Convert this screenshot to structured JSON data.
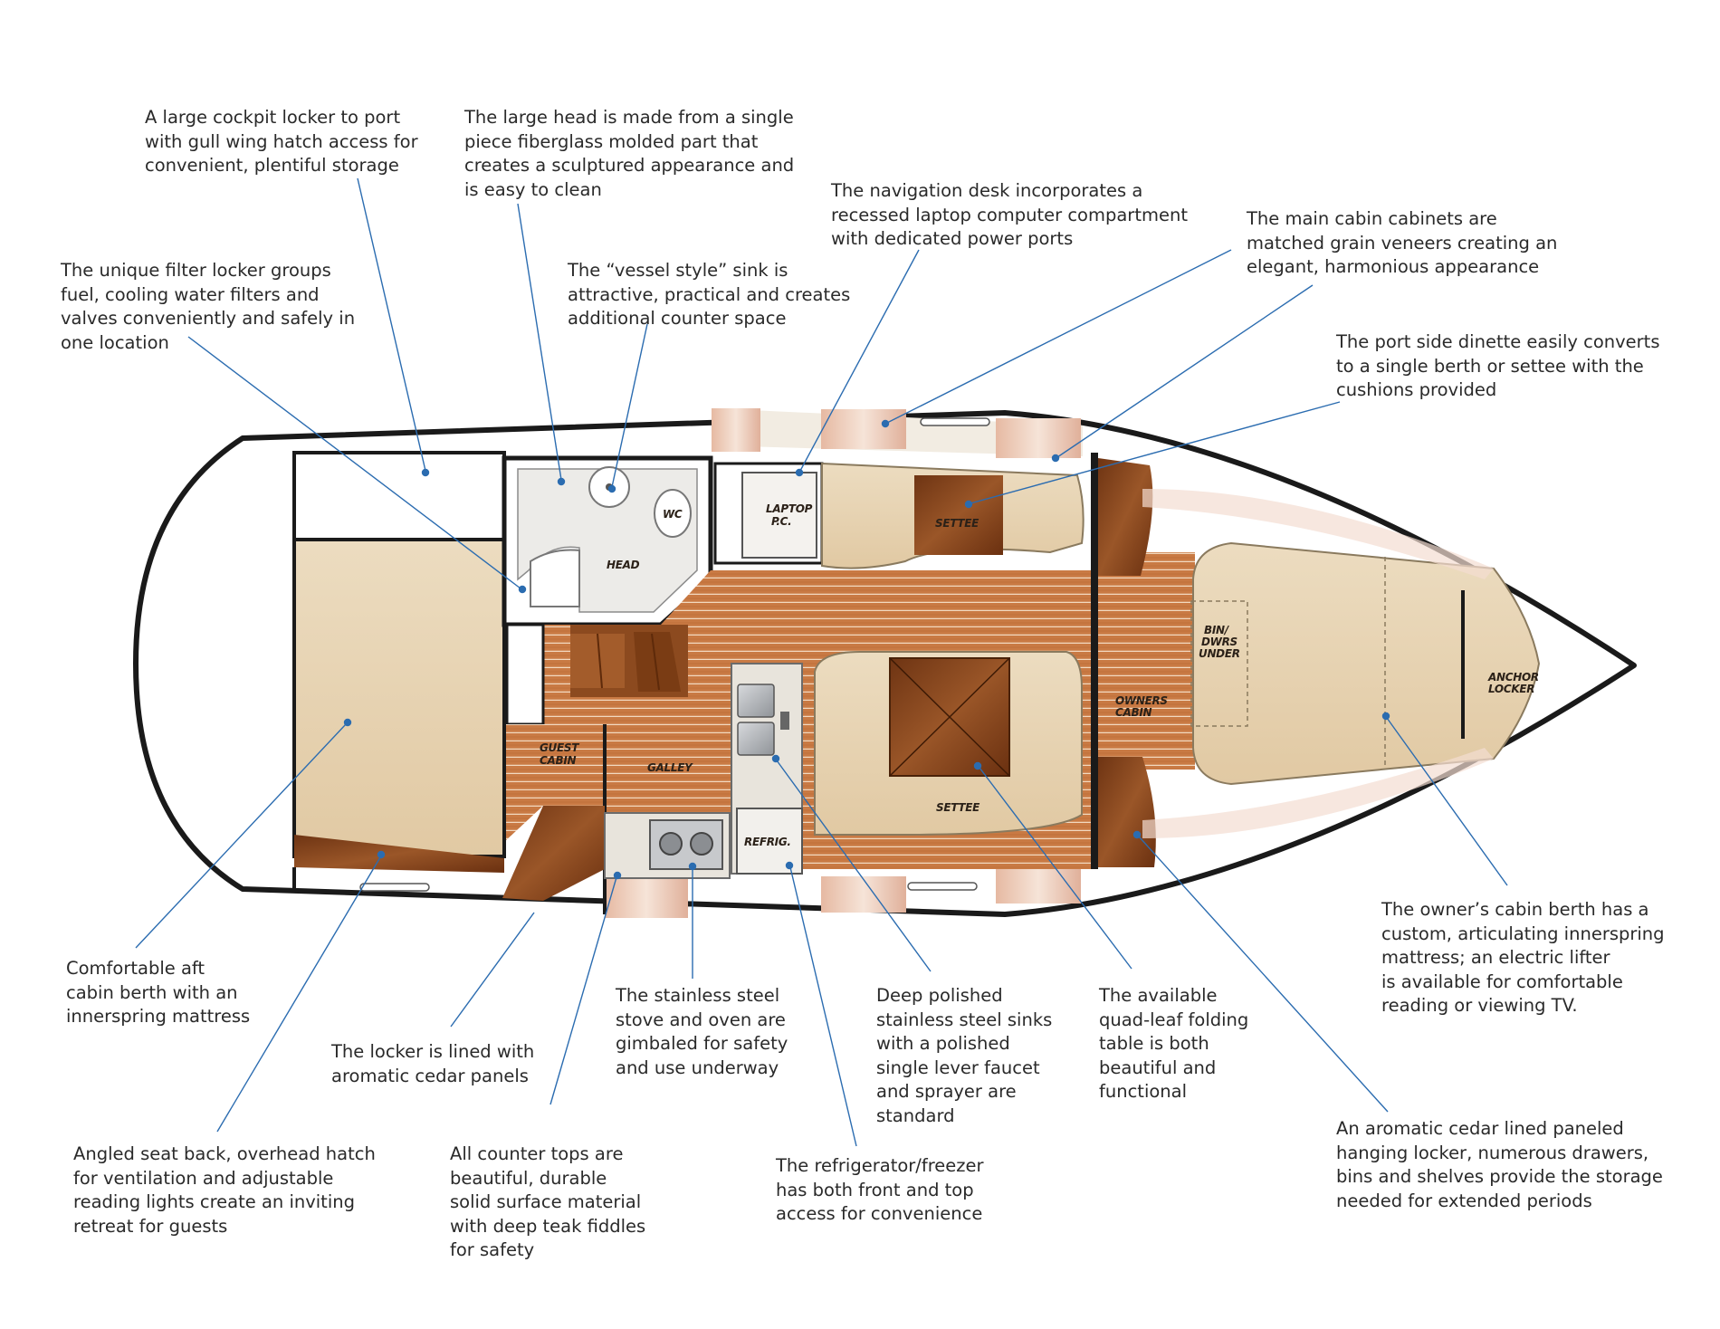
{
  "diagram": {
    "callouts": {
      "cockpit_locker": [
        "A large cockpit locker to port",
        "with gull wing hatch access for",
        "convenient, plentiful storage"
      ],
      "head": [
        "The large head is made from a single",
        "piece fiberglass molded part that",
        "creates a sculptured appearance and",
        "is easy to clean"
      ],
      "nav_desk": [
        "The navigation desk incorporates a",
        "recessed laptop computer compartment",
        "with dedicated power ports"
      ],
      "cabinets": [
        "The main cabin cabinets are",
        "matched grain veneers creating an",
        "elegant, harmonious appearance"
      ],
      "filter_locker": [
        "The unique filter locker groups",
        "fuel, cooling water filters and",
        "valves conveniently and safely in",
        "one location"
      ],
      "sink": [
        "The “vessel style” sink is",
        "attractive, practical and creates",
        "additional counter space"
      ],
      "dinette": [
        "The port side dinette easily converts",
        "to a single berth or settee with the",
        "cushions provided"
      ],
      "aft_berth": [
        "Comfortable aft",
        "cabin berth with an",
        "innerspring mattress"
      ],
      "cedar_locker": [
        "The locker is lined with",
        "aromatic cedar panels"
      ],
      "stove": [
        "The stainless steel",
        "stove and oven are",
        "gimbaled for safety",
        "and use underway"
      ],
      "sinks": [
        "Deep polished",
        "stainless steel sinks",
        "with a polished",
        "single lever faucet",
        "and sprayer are",
        "standard"
      ],
      "table": [
        "The available",
        "quad-leaf folding",
        "table is both",
        "beautiful and",
        "functional"
      ],
      "owners_berth": [
        "The owner’s cabin berth has a",
        "custom, articulating innerspring",
        "mattress; an electric lifter",
        "is available for comfortable",
        "reading or viewing TV."
      ],
      "seat_back": [
        "Angled seat back, overhead hatch",
        "for ventilation and adjustable",
        "reading lights create an inviting",
        "retreat for guests"
      ],
      "counters": [
        "All counter tops are",
        "beautiful, durable",
        "solid surface material",
        "with deep teak fiddles",
        "for safety"
      ],
      "fridge": [
        "The refrigerator/freezer",
        "has both front and top",
        "access for convenience"
      ],
      "hanging_locker": [
        "An aromatic cedar lined paneled",
        "hanging locker, numerous drawers,",
        "bins and shelves provide the storage",
        "needed for extended periods"
      ]
    },
    "room_labels": {
      "head": "HEAD",
      "wc": "WC",
      "laptop": [
        "LAPTOP",
        "P.C."
      ],
      "settee_top": "SETTEE",
      "settee_bottom": "SETTEE",
      "guest_cabin": [
        "GUEST",
        "CABIN"
      ],
      "galley": "GALLEY",
      "refrig": "REFRIG.",
      "owners_cabin": [
        "OWNERS",
        "CABIN"
      ],
      "bin_dwrs": [
        "BIN/",
        "DWRS",
        "UNDER"
      ],
      "anchor_locker": [
        "ANCHOR",
        "LOCKER"
      ]
    },
    "colors": {
      "text": "#2a2a2a",
      "leader_line": "#2b6cb0",
      "hull_outline": "#1a1a1a",
      "cushion": "#e8d4b4",
      "teak_floor": "#c7733d",
      "cedar": "#8a4a1e",
      "counter": "#e8e4dc"
    }
  }
}
